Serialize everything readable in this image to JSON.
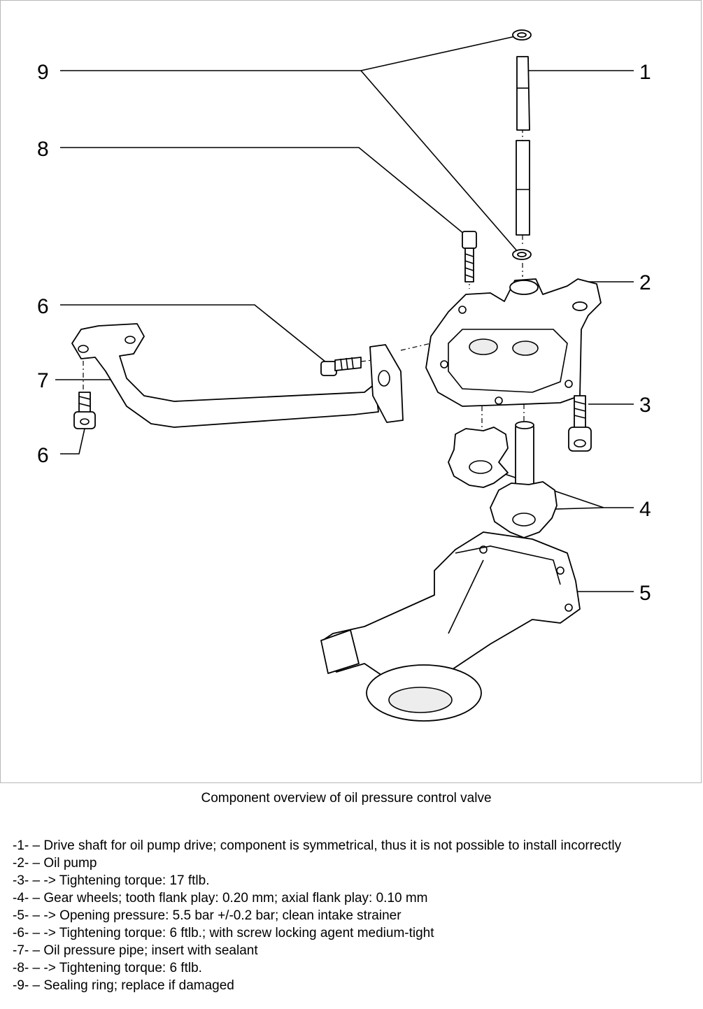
{
  "figure": {
    "callout_numbers": [
      "1",
      "2",
      "3",
      "4",
      "5",
      "6",
      "7",
      "6",
      "8",
      "9"
    ],
    "caption": "Component overview of oil pressure control valve"
  },
  "legend": [
    {
      "id": "-1-",
      "text": "– Drive shaft for oil pump drive; component is symmetrical, thus it is not possible to install incorrectly"
    },
    {
      "id": "-2-",
      "text": "– Oil pump"
    },
    {
      "id": "-3-",
      "text": "– -> Tightening torque: 17 ftlb."
    },
    {
      "id": "-4-",
      "text": "– Gear wheels; tooth flank play: 0.20 mm; axial flank play: 0.10 mm"
    },
    {
      "id": "-5-",
      "text": "– -> Opening pressure: 5.5 bar +/-0.2 bar; clean intake strainer"
    },
    {
      "id": "-6-",
      "text": "– -> Tightening torque: 6 ftlb.; with screw locking agent medium-tight"
    },
    {
      "id": "-7-",
      "text": "– Oil pressure pipe; insert with sealant"
    },
    {
      "id": "-8-",
      "text": "– -> Tightening torque: 6 ftlb."
    },
    {
      "id": "-9-",
      "text": "– Sealing ring; replace if damaged"
    }
  ]
}
